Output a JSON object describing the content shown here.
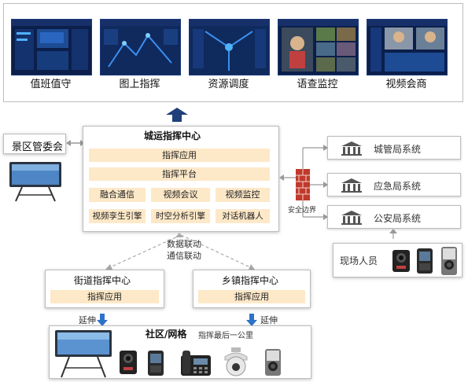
{
  "top_modules": [
    {
      "label": "值班值守"
    },
    {
      "label": "图上指挥"
    },
    {
      "label": "资源调度"
    },
    {
      "label": "语查监控"
    },
    {
      "label": "视频会商"
    }
  ],
  "scenic": {
    "label": "景区管委会"
  },
  "center": {
    "title": "城运指挥中心",
    "bar1": "指挥应用",
    "bar2": "指挥平台",
    "row1": [
      "融合通信",
      "视频会议",
      "视频监控"
    ],
    "row2": [
      "视频孪生引擎",
      "时空分析引擎",
      "对话机器人"
    ]
  },
  "firewall": {
    "label": "安全边界"
  },
  "systems": [
    {
      "label": "城管局系统"
    },
    {
      "label": "应急局系统"
    },
    {
      "label": "公安局系统"
    }
  ],
  "field": {
    "label": "现场人员"
  },
  "link": {
    "line1": "数据联动",
    "line2": "通信联动"
  },
  "street": {
    "title": "街道指挥中心",
    "app": "指挥应用"
  },
  "town": {
    "title": "乡镇指挥中心",
    "app": "指挥应用"
  },
  "extend_left": "延伸",
  "extend_right": "延伸",
  "community": {
    "bold": "社区/网格",
    "rest": "指挥最后一公里"
  },
  "colors": {
    "accent_blue": "#2e73c8",
    "bar_fill": "#fde8c8",
    "firewall_red": "#c0392b",
    "screen_bg": "#0b1f4a"
  }
}
